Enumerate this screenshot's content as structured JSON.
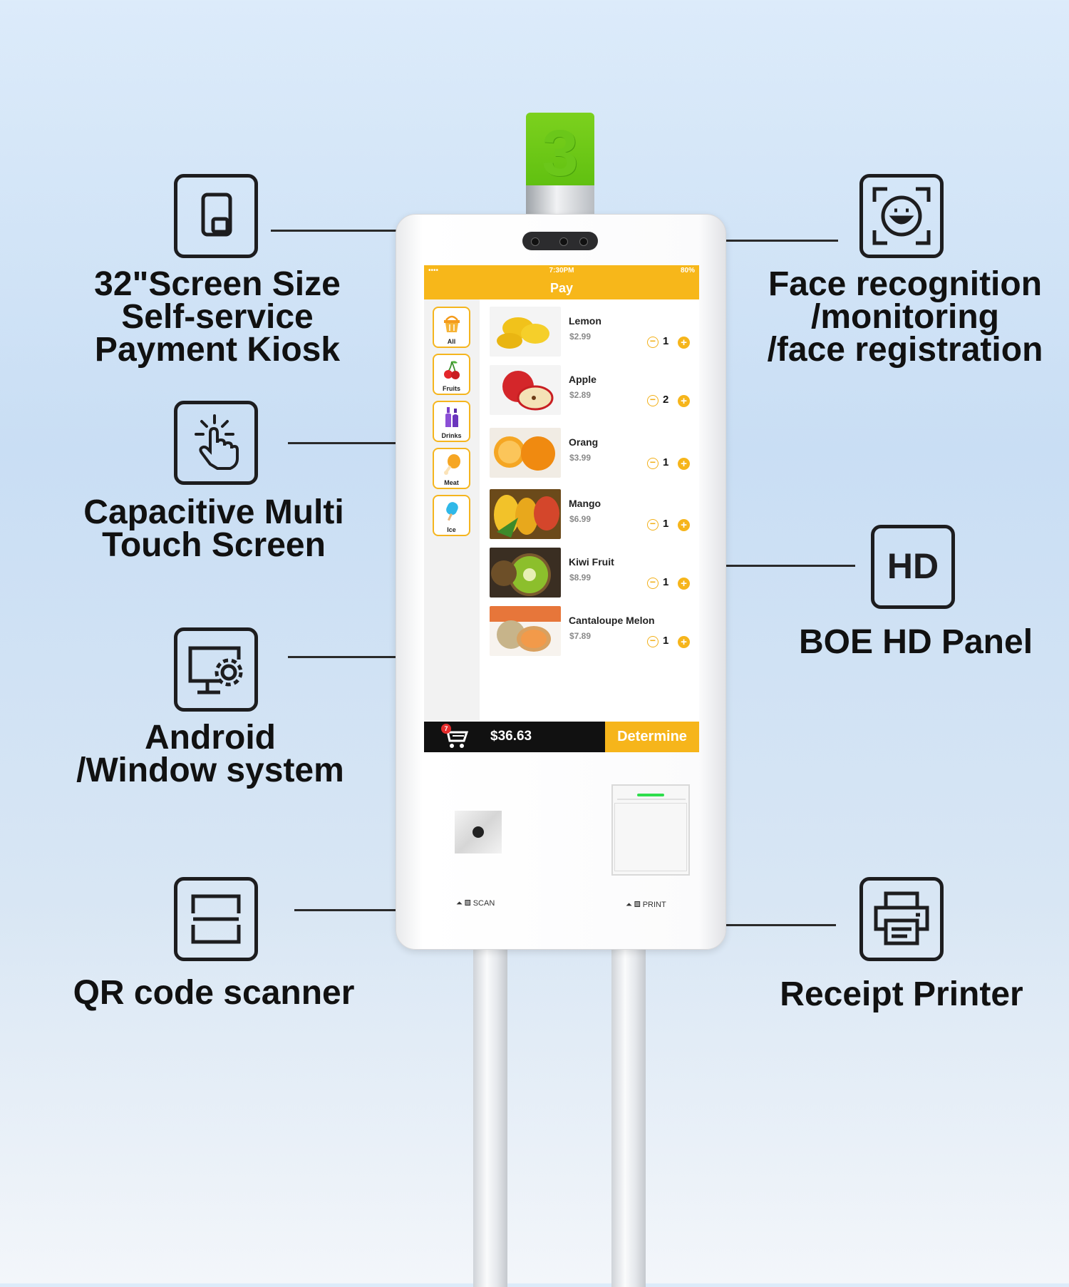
{
  "features": {
    "screen_size": "32\"Screen Size\nSelf-service\nPayment Kiosk",
    "touch": "Capacitive Multi\nTouch Screen",
    "os": "Android\n/Window system",
    "scanner": "QR code scanner",
    "face": "Face recognition\n/monitoring\n/face registration",
    "hd_icon": "HD",
    "hd_panel": "BOE HD Panel",
    "printer": "Receipt Printer"
  },
  "kiosk": {
    "light_number": "3",
    "scan_label": "SCAN",
    "print_label": "PRINT",
    "app": {
      "status": {
        "signal": "•••• ",
        "time": "7:30PM",
        "battery": "80%"
      },
      "title": "Pay",
      "categories": [
        {
          "label": "All",
          "icon": "basket-icon"
        },
        {
          "label": "Fruits",
          "icon": "cherry-icon"
        },
        {
          "label": "Drinks",
          "icon": "bottle-icon"
        },
        {
          "label": "Meat",
          "icon": "drumstick-icon"
        },
        {
          "label": "Ice",
          "icon": "popsicle-icon"
        }
      ],
      "products": [
        {
          "name": "Lemon",
          "price": "$2.99",
          "qty": "1"
        },
        {
          "name": "Apple",
          "price": "$2.89",
          "qty": "2"
        },
        {
          "name": "Orang",
          "price": "$3.99",
          "qty": "1"
        },
        {
          "name": "Mango",
          "price": "$6.99",
          "qty": "1"
        },
        {
          "name": "Kiwi Fruit",
          "price": "$8.99",
          "qty": "1"
        },
        {
          "name": "Cantaloupe Melon",
          "price": "$7.89",
          "qty": "1"
        }
      ],
      "cart_count": "7",
      "total": "$36.63",
      "determine_label": "Determine"
    }
  },
  "colors": {
    "accent": "#f6b51b",
    "light": "#6bc71a",
    "ink": "#1d1d1f"
  }
}
